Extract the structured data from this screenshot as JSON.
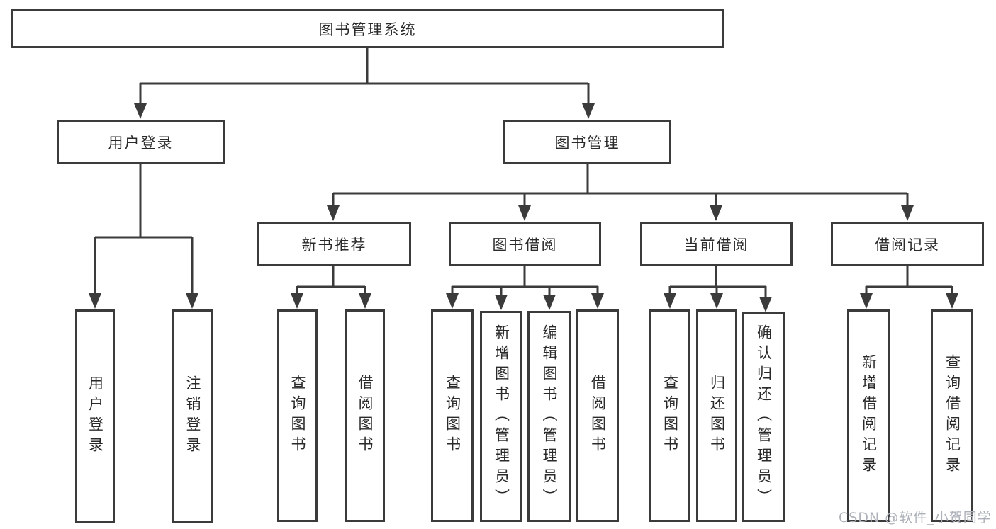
{
  "tree": {
    "label": "图书管理系统",
    "children": [
      {
        "label": "用户登录",
        "children": [
          {
            "label": "用户登录"
          },
          {
            "label": "注销登录"
          }
        ]
      },
      {
        "label": "图书管理",
        "children": [
          {
            "label": "新书推荐",
            "children": [
              {
                "label": "查询图书"
              },
              {
                "label": "借阅图书"
              }
            ]
          },
          {
            "label": "图书借阅",
            "children": [
              {
                "label": "查询图书"
              },
              {
                "label": "新增图书（管理员）"
              },
              {
                "label": "编辑图书（管理员）"
              },
              {
                "label": "借阅图书"
              }
            ]
          },
          {
            "label": "当前借阅",
            "children": [
              {
                "label": "查询图书"
              },
              {
                "label": "归还图书"
              },
              {
                "label": "确认归还（管理员）"
              }
            ]
          },
          {
            "label": "借阅记录",
            "children": [
              {
                "label": "新增借阅记录"
              },
              {
                "label": "查询借阅记录"
              }
            ]
          }
        ]
      }
    ]
  },
  "watermark": {
    "text": "CSDN @软件_小贺同学"
  },
  "colors": {
    "line": "#3b3b3b",
    "box-border": "#3b3b3b",
    "text": "#2a2a2a",
    "background": "#ffffff",
    "watermark": "#adb1b9"
  }
}
